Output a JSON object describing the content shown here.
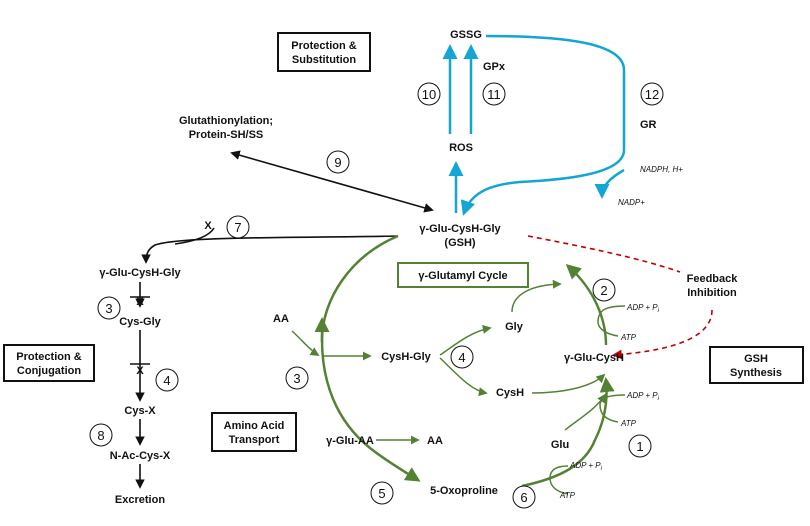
{
  "colors": {
    "green": "#548235",
    "cyan": "#13a6d4",
    "red": "#c00000",
    "black": "#111111"
  },
  "boxes": {
    "protection_substitution": [
      "Protection &",
      "Substitution"
    ],
    "protection_conjugation": [
      "Protection &",
      "Conjugation"
    ],
    "amino_acid_transport": [
      "Amino Acid",
      "Transport"
    ],
    "gsh_synthesis": [
      "GSH",
      "Synthesis"
    ],
    "glutamyl_cycle": "γ-Glutamyl Cycle"
  },
  "labels": {
    "gssg": "GSSG",
    "gpx": "GPx",
    "gr": "GR",
    "ros": "ROS",
    "nadph": "NADPH, H+",
    "nadp": "NADP+",
    "glutathionylation": [
      "Glutathionylation;",
      "Protein-SH/SS"
    ],
    "gsh_line1": "γ-Glu-CysH-Gly",
    "gsh_line2": "(GSH)",
    "x_top": "X",
    "conj_gsh": "γ-Glu-CysH-Gly",
    "conj_x1": "X",
    "cys_gly": "Cys-Gly",
    "conj_x2": "X",
    "cys_x": "Cys-X",
    "n_ac_cys_x": "N-Ac-Cys-X",
    "excretion": "Excretion",
    "aa_in": "AA",
    "cysh_gly": "CysH-Gly",
    "gly": "Gly",
    "cysh": "CysH",
    "glu_cysh": "γ-Glu-CysH",
    "glu": "Glu",
    "glu_aa": "γ-Glu-AA",
    "aa_out": "AA",
    "oxoproline": "5-Oxoproline",
    "feedback": [
      "Feedback",
      "Inhibition"
    ],
    "adp_pi": "ADP + P",
    "pi_sub": "i",
    "atp": "ATP"
  },
  "steps": [
    "1",
    "2",
    "3",
    "3",
    "4",
    "4",
    "5",
    "6",
    "7",
    "8",
    "9",
    "10",
    "11",
    "12"
  ]
}
